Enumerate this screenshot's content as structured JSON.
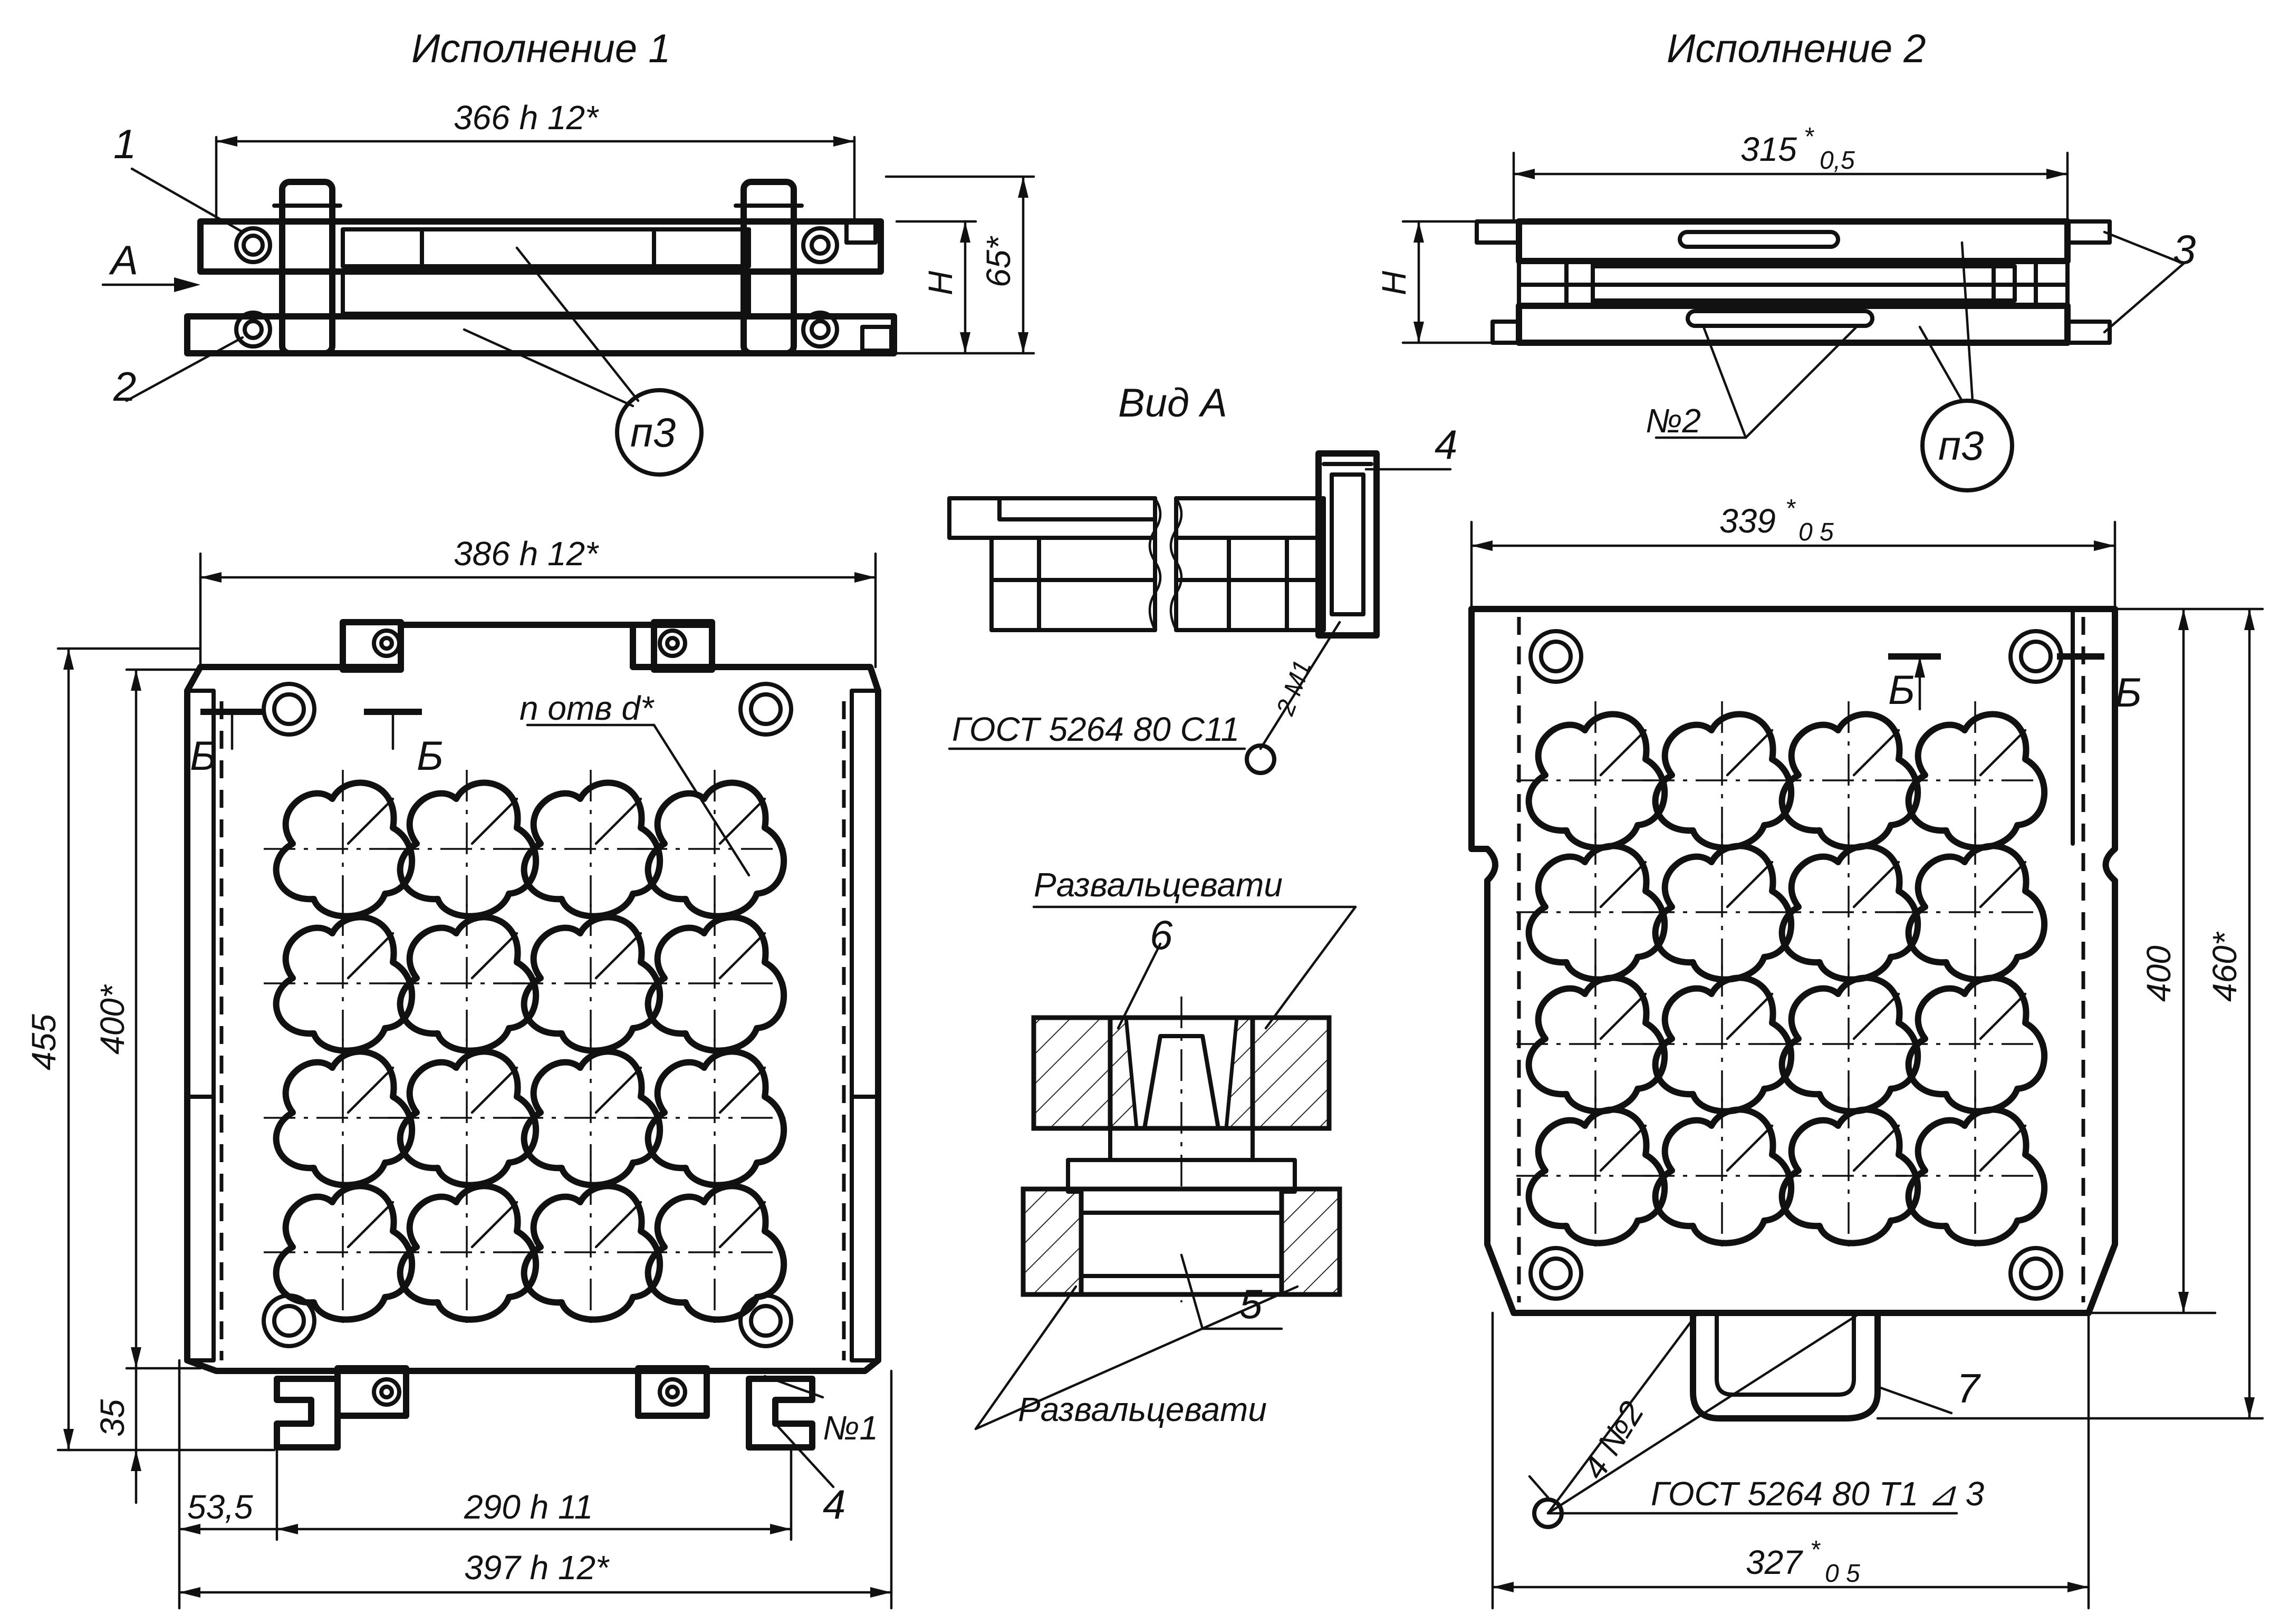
{
  "titles": {
    "variant_1": "Исполнение 1",
    "variant_2": "Исполнение 2",
    "view_a": "Вид А"
  },
  "dimensions": {
    "d1_top_width": "366 h 12*",
    "d1_h": "H",
    "d1_65": "65*",
    "d1_plan_width": "386 h 12*",
    "d1_455": "455",
    "d1_400": "400*",
    "d1_35": "35",
    "d1_53_5": "53,5",
    "d1_290": "290 h 11",
    "d1_397": "397 h 12*",
    "d2_top_width_main": "315",
    "d2_top_width_sup": "*",
    "d2_top_width_sub": "0,5",
    "d2_h": "H",
    "d2_plan_width_main": "339",
    "d2_plan_width_sup": "*",
    "d2_plan_width_sub": "0 5",
    "d2_400": "400",
    "d2_460": "460*",
    "d2_327_main": "327",
    "d2_327_sup": "*",
    "d2_327_sub": "0 5"
  },
  "callouts": {
    "part_1": "1",
    "part_2": "2",
    "part_3": "3",
    "part_4_view": "4",
    "part_4_plan": "4",
    "part_5": "5",
    "part_6": "6",
    "part_7": "7",
    "view_arrow": "A",
    "section_b1_left": "Б",
    "section_b1_right": "Б",
    "section_b2_left": "Б",
    "section_b2_right": "Б",
    "bubble_left": "п3",
    "bubble_right": "п3",
    "holes_note": "n отв d*",
    "no1": "№1",
    "no2": "№2",
    "four_no2": "4 №2",
    "weld_2m1": "2 М1"
  },
  "notes": {
    "gost_view": "ГОСТ 5264 80 С11",
    "gost_plan2": "ГОСТ 5264  80  Т1 ⊿ 3",
    "flare_top": "Развальцевати",
    "flare_bottom": "Развальцевати"
  },
  "cavity_layout": {
    "rows": 4,
    "columns": 4
  }
}
